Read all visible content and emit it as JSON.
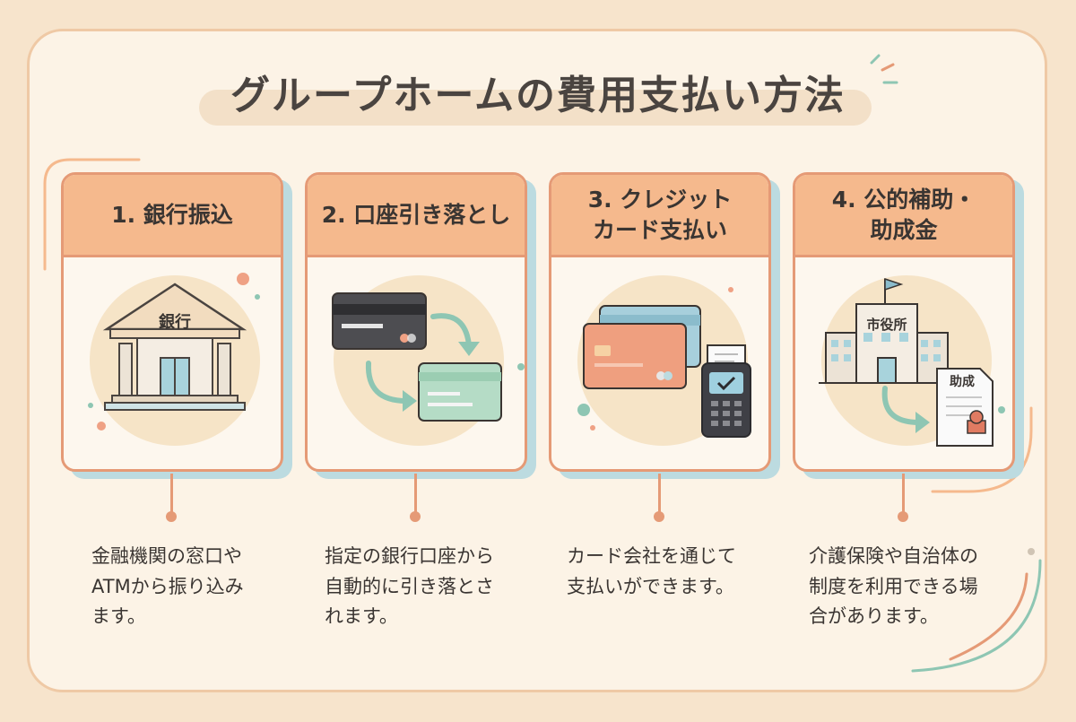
{
  "title": "グループホームの費用支払い方法",
  "colors": {
    "accent": "#e59a76",
    "header": "#f5b98d",
    "teal": "#8ec6b3",
    "shadow": "#bcdbe0",
    "background": "#fcf3e6"
  },
  "methods": [
    {
      "title": "1. 銀行振込",
      "icon": "bank-icon",
      "illustration_label": "銀行",
      "description": "金融機関の窓口や\nATMから振り込み\nます。"
    },
    {
      "title": "2. 口座引き落とし",
      "icon": "card-transfer-icon",
      "illustration_label": "",
      "description": "指定の銀行口座から\n自動的に引き落とさ\nれます。"
    },
    {
      "title": "3. クレジット\nカード支払い",
      "icon": "credit-card-terminal-icon",
      "illustration_label": "",
      "description": "カード会社を通じて\n支払いができます。"
    },
    {
      "title": "4. 公的補助・\n助成金",
      "icon": "city-hall-subsidy-icon",
      "illustration_label": "市役所",
      "illustration_label_2": "助成",
      "description": "介護保険や自治体の\n制度を利用できる場\n合があります。"
    }
  ]
}
